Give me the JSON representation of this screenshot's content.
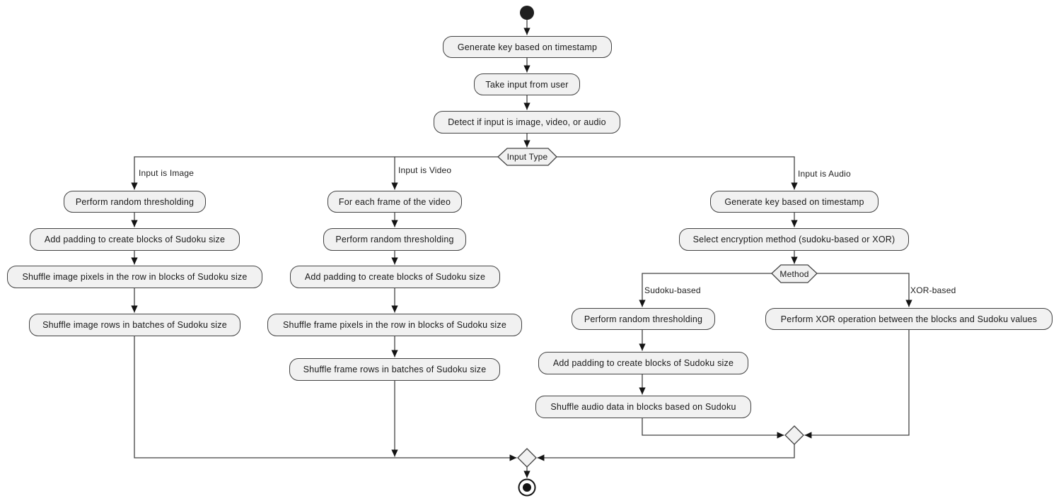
{
  "diagram": {
    "type": "activity-flowchart",
    "colors": {
      "background": "#ffffff",
      "node_fill": "#f1f1f1",
      "node_border": "#424242",
      "edge_line": "#424242",
      "arrowhead": "#141414",
      "text": "#191919"
    },
    "main_flow": [
      "Generate key based on timestamp",
      "Take input from user",
      "Detect if input is image, video, or audio"
    ],
    "decisions": {
      "input_type": "Input Type",
      "method": "Method"
    },
    "edge_labels": {
      "image": "Input is Image",
      "video": "Input is Video",
      "audio": "Input is Audio",
      "sudoku": "Sudoku-based",
      "xor": "XOR-based"
    },
    "branches": {
      "image": {
        "steps": [
          "Perform random thresholding",
          "Add padding to create blocks of Sudoku size",
          "Shuffle image pixels in the row in blocks of Sudoku size",
          "Shuffle image rows in batches of Sudoku size"
        ]
      },
      "video": {
        "steps": [
          "For each frame of the video",
          "Perform random thresholding",
          "Add padding to create blocks of Sudoku size",
          "Shuffle frame pixels in the row in blocks of Sudoku size",
          "Shuffle frame rows in batches of Sudoku size"
        ]
      },
      "audio": {
        "steps": [
          "Generate key based on timestamp",
          "Select encryption method (sudoku-based or XOR)"
        ],
        "sudoku_steps": [
          "Perform random thresholding",
          "Add padding to create blocks of Sudoku size",
          "Shuffle audio data in blocks based on Sudoku"
        ],
        "xor_steps": [
          "Perform XOR operation between the blocks and Sudoku values"
        ]
      }
    }
  }
}
